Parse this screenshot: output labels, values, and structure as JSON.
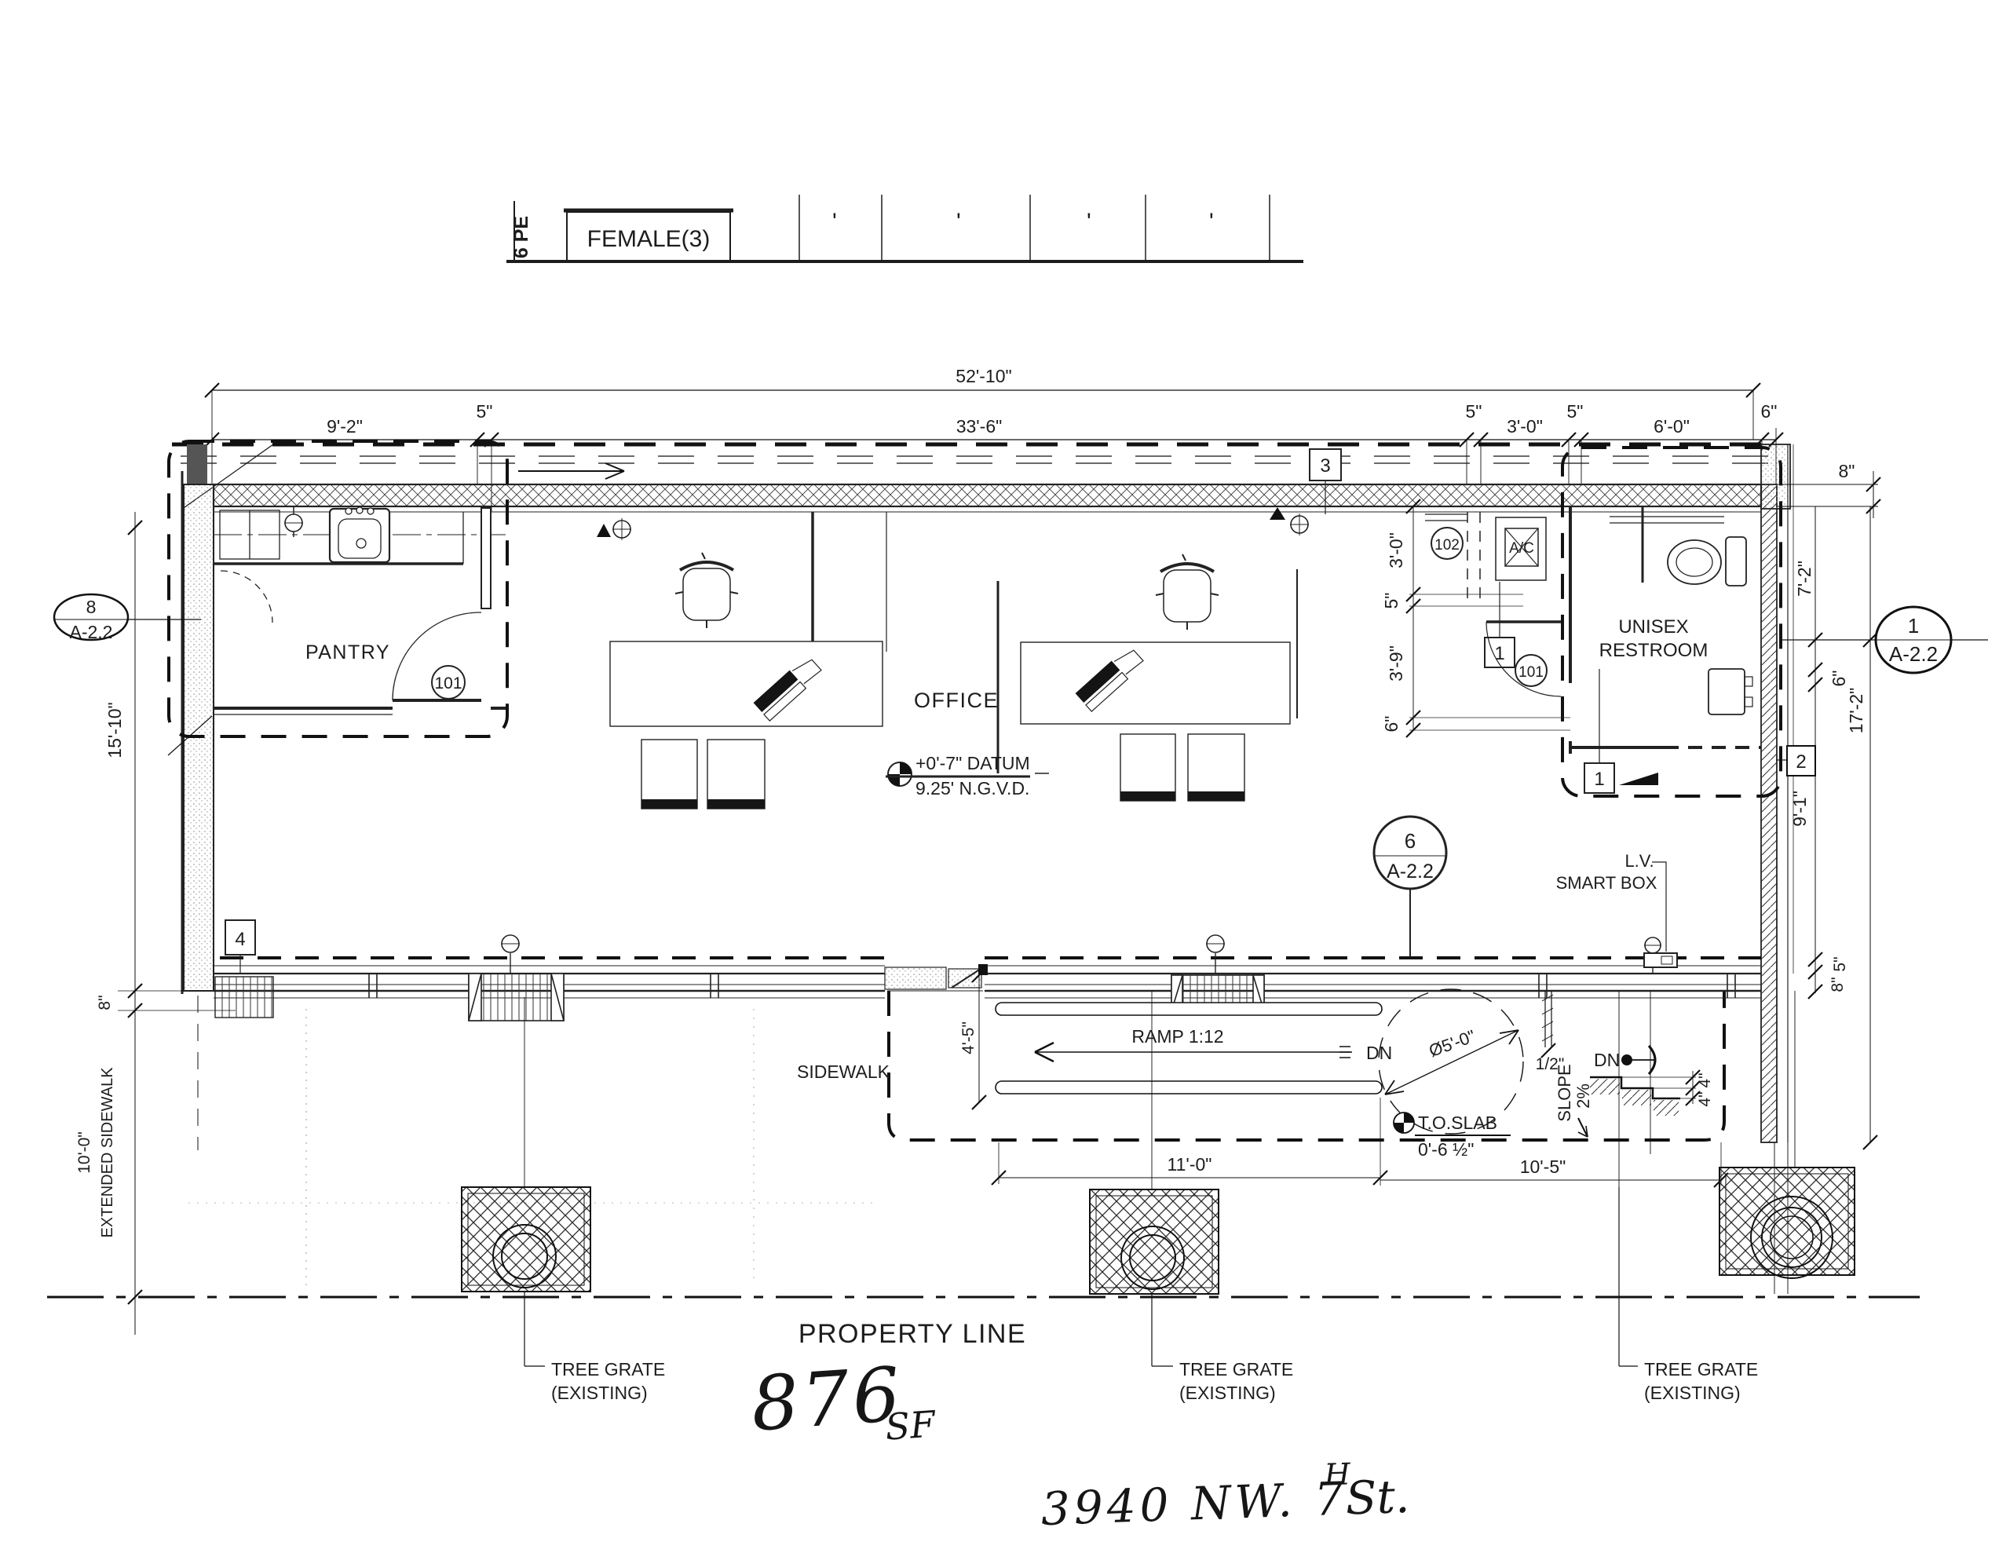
{
  "schedule": {
    "vertical_label": "6 PE",
    "first_cell": "FEMALE(3)",
    "tick": "'"
  },
  "dims_top": {
    "total": "52'-10\"",
    "segs": [
      "9'-2\"",
      "5\"",
      "33'-6\"",
      "5\"",
      "3'-0\"",
      "5\"",
      "6'-0\"",
      "6\""
    ]
  },
  "dims_left": {
    "interior": "15'-10\"",
    "wall": "8\"",
    "ext_width": "10'-0\"",
    "ext_label": "EXTENDED SIDEWALK"
  },
  "dims_right": {
    "wall_top": "8\"",
    "restroom": "7'-2\"",
    "six": "6\"",
    "total": "17'-2\"",
    "storefront": "9'-1\"",
    "five": "5\"",
    "wall_bottom": "8\""
  },
  "dims_restroom": [
    "3'-0\"",
    "5\"",
    "3'-9\"",
    "6\""
  ],
  "dims_bottom": {
    "ramp": "11'-0\"",
    "landing": "10'-5\"",
    "front": "4'-5\"",
    "joint": "1/2\"",
    "riser1": "4\"",
    "riser2": "4\"",
    "turn": "Ø5'-0\""
  },
  "callouts": {
    "section8": {
      "num": "8",
      "sheet": "A-2.2"
    },
    "section1": {
      "num": "1",
      "sheet": "A-2.2"
    },
    "section6": {
      "num": "6",
      "sheet": "A-2.2"
    },
    "key1": "1",
    "key1b": "1",
    "key2": "2",
    "key3": "3",
    "key4": "4",
    "door101": "101",
    "door101b": "101",
    "door102": "102"
  },
  "rooms": {
    "pantry": "PANTRY",
    "office": "OFFICE",
    "restroom_l1": "UNISEX",
    "restroom_l2": "RESTROOM",
    "ac": "A/C"
  },
  "notes": {
    "datum_l1": "+0'-7\" DATUM",
    "datum_l2": "9.25' N.G.V.D.",
    "ramp": "RAMP 1:12",
    "dn": "DN",
    "dn2": "DN",
    "toslab_l1": "T.O.SLAB",
    "toslab_l2": "0'-6 ½\"",
    "slope_l1": "SLOPE",
    "slope_l2": "2%",
    "lv_l1": "L.V.",
    "lv_l2": "SMART BOX",
    "sidewalk": "SIDEWALK",
    "property": "PROPERTY LINE",
    "tree": "TREE GRATE",
    "existing": "(EXISTING)"
  },
  "handwriting": {
    "area": "876",
    "unit": "SF",
    "addr1": "3940  NW.  7",
    "addr_sup": "H",
    "addr2": " St."
  }
}
